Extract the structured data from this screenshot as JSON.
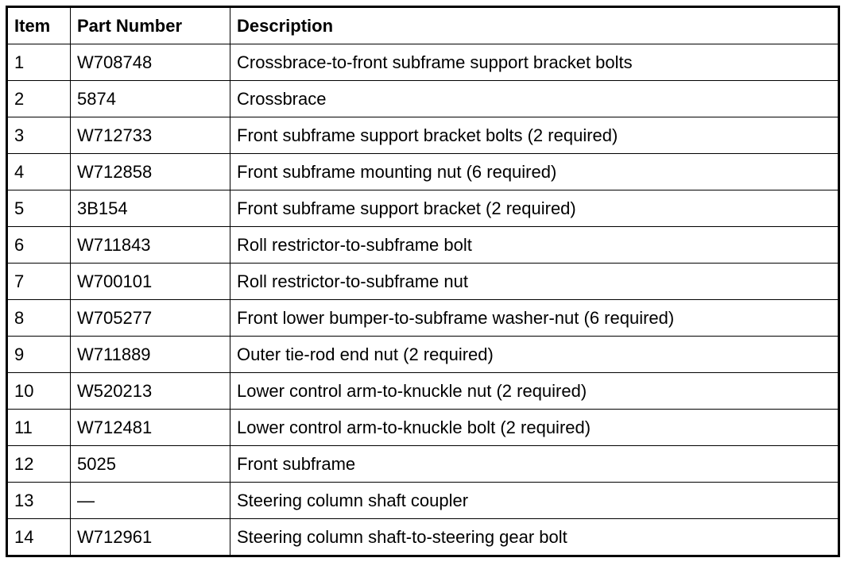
{
  "table": {
    "headers": {
      "item": "Item",
      "part_number": "Part Number",
      "description": "Description"
    },
    "rows": [
      {
        "item": "1",
        "part_number": "W708748",
        "description": "Crossbrace-to-front subframe support bracket bolts"
      },
      {
        "item": "2",
        "part_number": "5874",
        "description": "Crossbrace"
      },
      {
        "item": "3",
        "part_number": "W712733",
        "description": "Front subframe support bracket bolts (2 required)"
      },
      {
        "item": "4",
        "part_number": "W712858",
        "description": "Front subframe mounting nut (6 required)"
      },
      {
        "item": "5",
        "part_number": "3B154",
        "description": "Front subframe support bracket (2 required)"
      },
      {
        "item": "6",
        "part_number": "W711843",
        "description": "Roll restrictor-to-subframe bolt"
      },
      {
        "item": "7",
        "part_number": "W700101",
        "description": "Roll restrictor-to-subframe nut"
      },
      {
        "item": "8",
        "part_number": "W705277",
        "description": "Front lower bumper-to-subframe washer-nut (6 required)"
      },
      {
        "item": "9",
        "part_number": "W711889",
        "description": "Outer tie-rod end nut (2 required)"
      },
      {
        "item": "10",
        "part_number": "W520213",
        "description": "Lower control arm-to-knuckle nut (2 required)"
      },
      {
        "item": "11",
        "part_number": "W712481",
        "description": "Lower control arm-to-knuckle bolt (2 required)"
      },
      {
        "item": "12",
        "part_number": "5025",
        "description": "Front subframe"
      },
      {
        "item": "13",
        "part_number": "—",
        "description": "Steering column shaft coupler"
      },
      {
        "item": "14",
        "part_number": "W712961",
        "description": "Steering column shaft-to-steering gear bolt"
      }
    ]
  }
}
